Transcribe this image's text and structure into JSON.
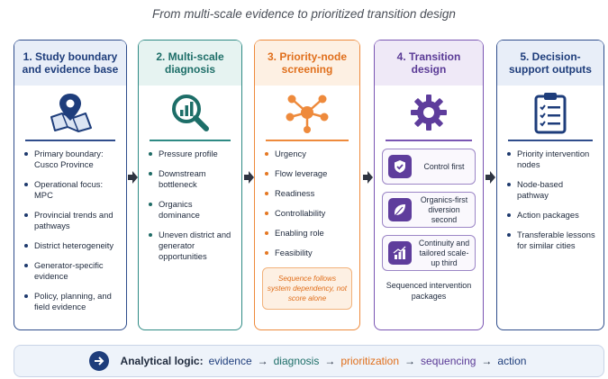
{
  "title": "From multi-scale evidence to prioritized transition design",
  "panels": [
    {
      "heading": "1. Study boundary and evidence base",
      "icon": "map-pin-icon",
      "items": [
        "Primary boundary: Cusco Province",
        "Operational focus: MPC",
        "Provincial trends and pathways",
        "District heterogeneity",
        "Generator-specific evidence",
        "Policy, planning, and field evidence"
      ]
    },
    {
      "heading": "2. Multi-scale diagnosis",
      "icon": "magnifier-chart-icon",
      "items": [
        "Pressure profile",
        "Downstream bottleneck",
        "Organics dominance",
        "Uneven district and generator opportunities"
      ]
    },
    {
      "heading": "3. Priority-node screening",
      "icon": "network-nodes-icon",
      "items": [
        "Urgency",
        "Flow leverage",
        "Readiness",
        "Controllability",
        "Enabling role",
        "Feasibility"
      ],
      "note": "Sequence follows system dependency, not score alone"
    },
    {
      "heading": "4. Transition design",
      "icon": "gear-icon",
      "steps": [
        {
          "icon": "shield-check-icon",
          "text": "Control first"
        },
        {
          "icon": "leaf-icon",
          "text": "Organics-first diversion second"
        },
        {
          "icon": "growth-chart-icon",
          "text": "Continuity and tailored scale-up third"
        }
      ],
      "footer_text": "Sequenced intervention packages"
    },
    {
      "heading": "5. Decision-support outputs",
      "icon": "clipboard-checklist-icon",
      "items": [
        "Priority intervention nodes",
        "Node-based pathway",
        "Action packages",
        "Transferable lessons for similar cities"
      ]
    }
  ],
  "footer": {
    "label": "Analytical logic:",
    "sequence": [
      "evidence",
      "diagnosis",
      "prioritization",
      "sequencing",
      "action"
    ],
    "arrow": "→",
    "colors": [
      "#1e3d7b",
      "#1d6e68",
      "#e06f1c",
      "#5a3a96",
      "#1e3d7b"
    ]
  },
  "colors": {
    "navy": "#1e3d7b",
    "teal": "#1d6e68",
    "orange": "#e06f1c",
    "purple": "#5a3a96"
  }
}
